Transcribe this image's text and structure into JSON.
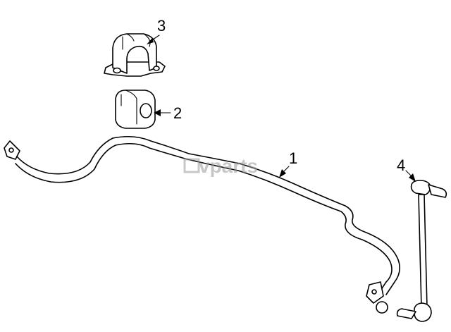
{
  "callouts": {
    "part_1": "1",
    "part_2": "2",
    "part_3": "3",
    "part_4": "4"
  },
  "watermark": {
    "text": "vparts",
    "color": "#9a9a9a"
  },
  "colors": {
    "line": "#000000",
    "background": "#ffffff"
  }
}
